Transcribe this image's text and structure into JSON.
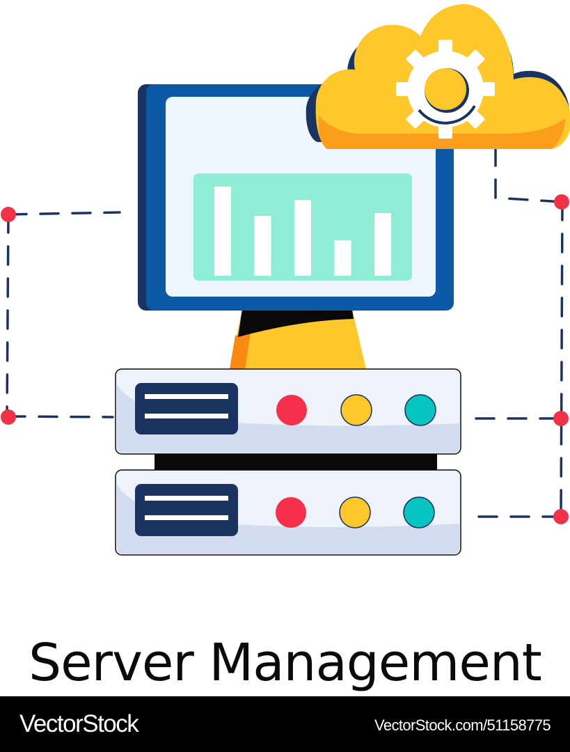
{
  "caption": {
    "title": "Server Management"
  },
  "footer": {
    "brand": "VectorStock",
    "image_ref": "VectorStock.com/51158775"
  },
  "illustration": {
    "monitor_bar_levels": [
      1.0,
      0.67,
      0.85,
      0.4,
      0.7
    ],
    "icons": [
      "monitor-icon",
      "cloud-icon",
      "gear-icon",
      "server-rack-icon"
    ],
    "colors": {
      "navy": "#1a3360",
      "monitor_blue": "#0c5aa6",
      "screen": "#eef5fc",
      "chart_panel": "#8fedd6",
      "cloud_yellow": "#fec72c",
      "cloud_orange": "#fb9e1c",
      "server_body": "#eef3fb",
      "server_shade": "#d3dcee",
      "led_red": "#f5304a",
      "led_yellow": "#fec72c",
      "led_teal": "#06c4c0",
      "node_red": "#ef3248",
      "caption_text": "#0a0a0a",
      "footer_bg": "#000000"
    }
  }
}
